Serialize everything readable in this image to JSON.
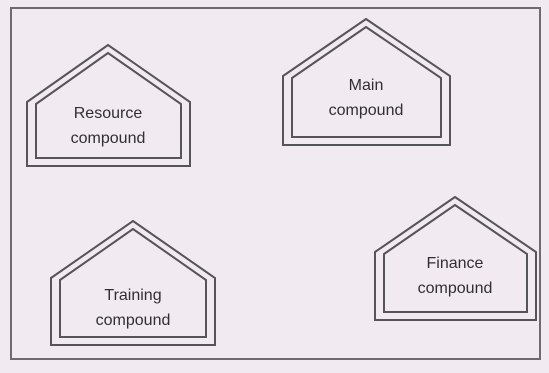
{
  "compounds": [
    {
      "lines": [
        "Resource",
        "compound"
      ]
    },
    {
      "lines": [
        "Main",
        "compound"
      ]
    },
    {
      "lines": [
        "Training",
        "compound"
      ]
    },
    {
      "lines": [
        "Finance",
        "compound"
      ]
    }
  ]
}
